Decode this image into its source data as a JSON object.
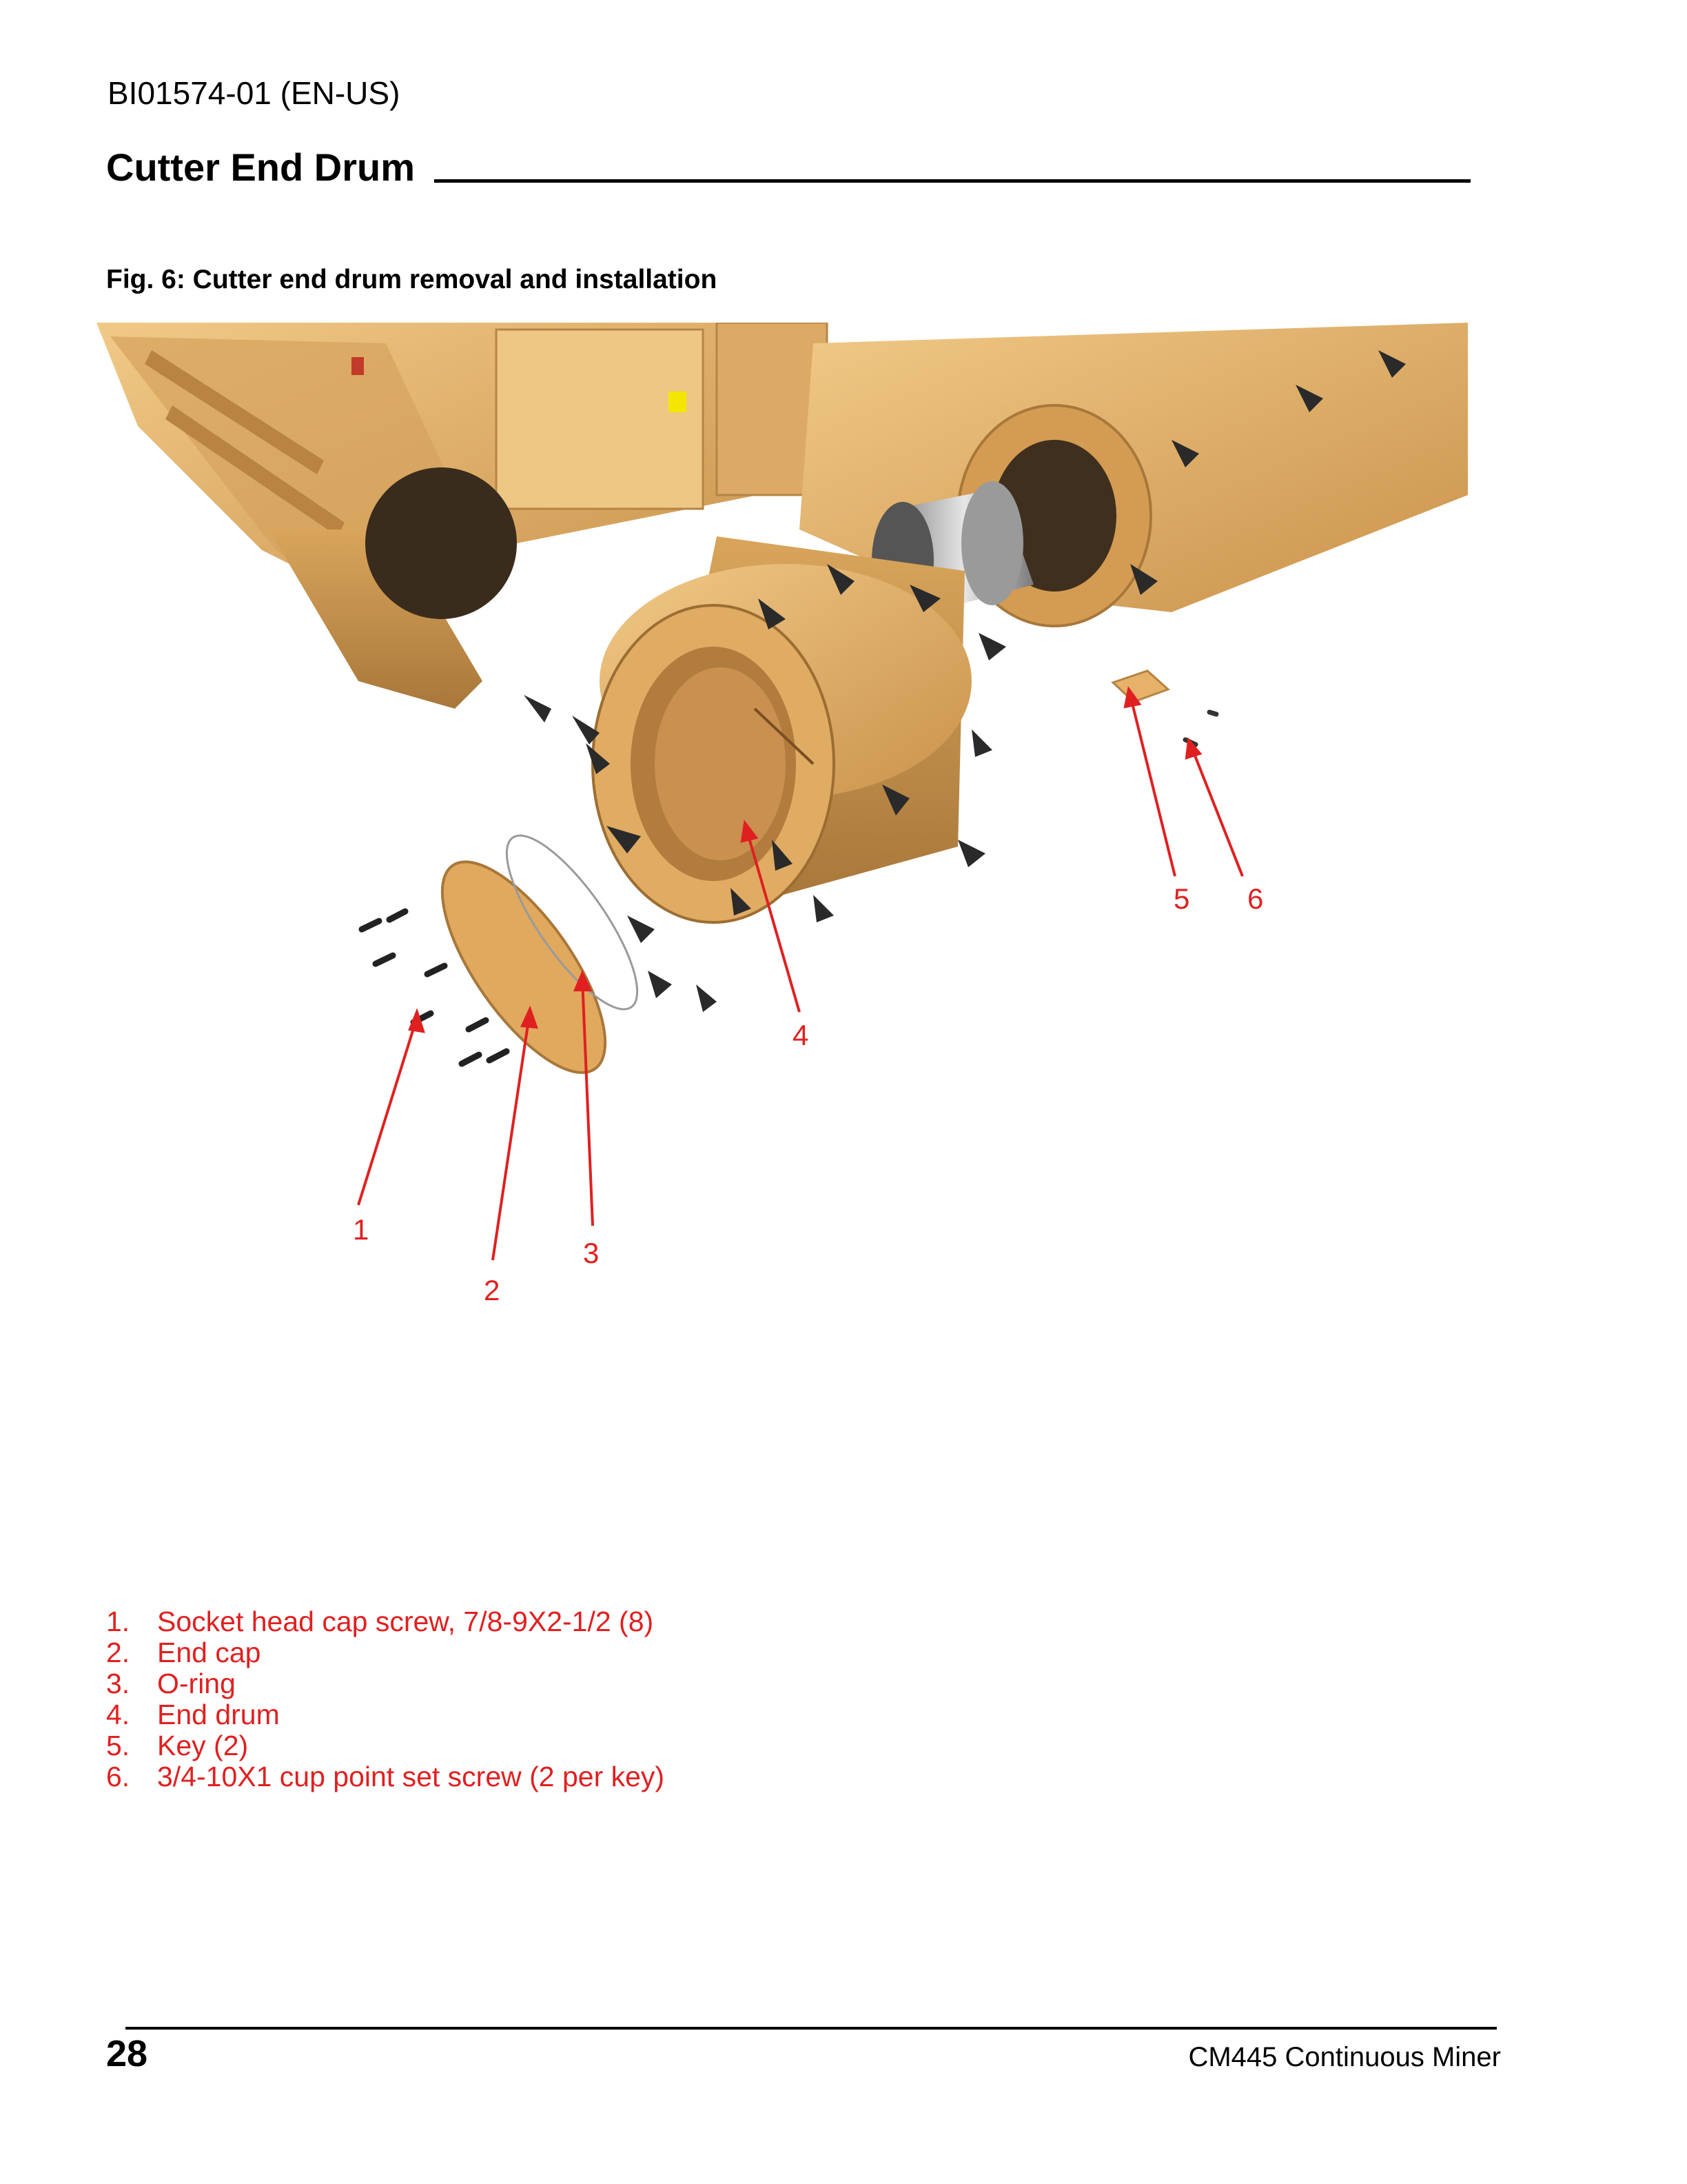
{
  "header": {
    "doc_id": "BI01574-01 (EN-US)",
    "section_title": "Cutter End Drum"
  },
  "figure": {
    "caption": "Fig. 6: Cutter end drum removal and installation",
    "callouts": [
      "1",
      "2",
      "3",
      "4",
      "5",
      "6"
    ]
  },
  "parts": [
    {
      "num": "1.",
      "text": "Socket head cap screw, 7/8-9X2-1/2 (8)"
    },
    {
      "num": "2.",
      "text": "End cap"
    },
    {
      "num": "3.",
      "text": "O-ring"
    },
    {
      "num": "4.",
      "text": "End drum"
    },
    {
      "num": "5.",
      "text": "Key (2)"
    },
    {
      "num": "6.",
      "text": "3/4-10X1 cup point set screw (2 per key)"
    }
  ],
  "footer": {
    "page_number": "28",
    "product_name": "CM445 Continuous Miner"
  },
  "colors": {
    "machine_tan": "#e3b265",
    "callout_red": "#e02020"
  }
}
